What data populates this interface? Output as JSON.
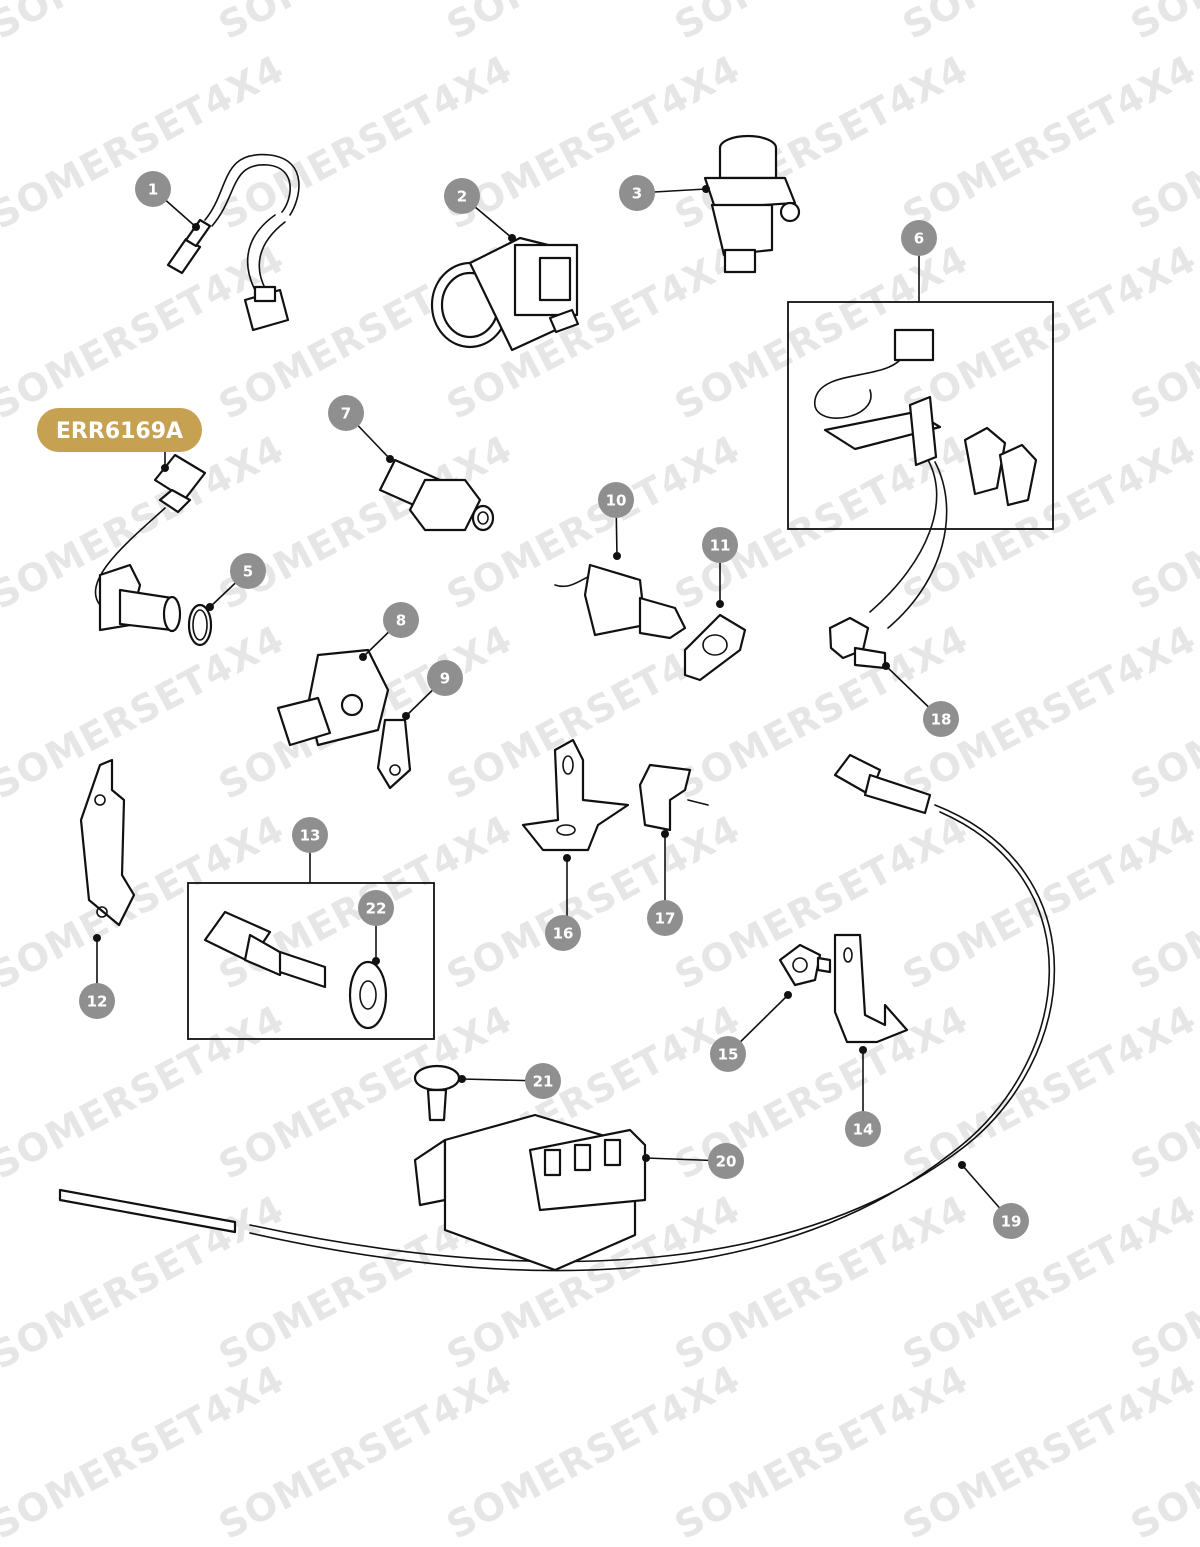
{
  "watermark": "SOMERSET4X4",
  "highlight": {
    "label": "ERR6169A",
    "color": "#c6a152"
  },
  "callouts": [
    "1",
    "2",
    "3",
    "5",
    "6",
    "7",
    "8",
    "9",
    "10",
    "11",
    "12",
    "13",
    "14",
    "15",
    "16",
    "17",
    "18",
    "19",
    "20",
    "21",
    "22"
  ],
  "colors": {
    "callout": "#8f8f8f",
    "line": "#111111",
    "watermark": "#e6e6e6"
  }
}
